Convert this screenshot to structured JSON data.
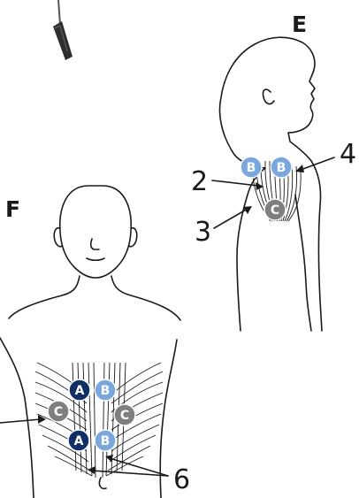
{
  "panels": {
    "left": "F",
    "right": "E"
  },
  "callouts": {
    "n2": "2",
    "n3": "3",
    "n4": "4",
    "n6": "6"
  },
  "electrodes": {
    "a": "A",
    "b": "B",
    "c": "C"
  },
  "colors": {
    "a_fill": "#0f2f66",
    "b_fill": "#7aa7dd",
    "c_fill": "#7f7f7f",
    "ink": "#1a1a1a"
  }
}
